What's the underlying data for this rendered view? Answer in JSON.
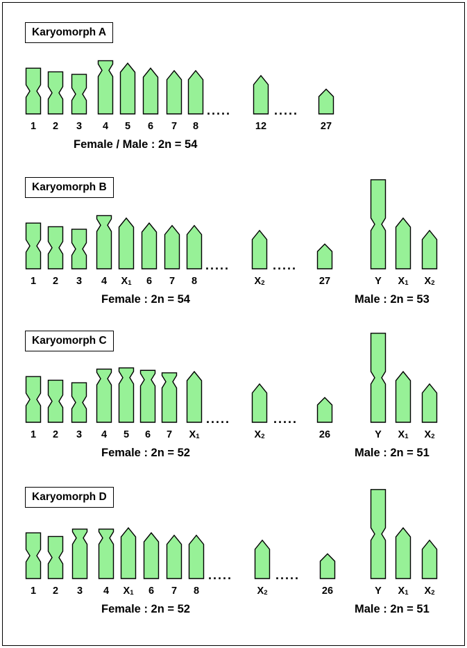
{
  "panels": [
    {
      "title": "Karyomorph A",
      "chromosomes": [
        {
          "label": "1",
          "sub": "",
          "shape": "meta",
          "len": 3.7
        },
        {
          "label": "2",
          "sub": "",
          "shape": "meta",
          "len": 3.4
        },
        {
          "label": "3",
          "sub": "",
          "shape": "meta",
          "len": 3.2
        },
        {
          "label": "4",
          "sub": "",
          "shape": "sub",
          "len": 4.3
        },
        {
          "label": "5",
          "sub": "",
          "shape": "acro",
          "len": 4.1
        },
        {
          "label": "6",
          "sub": "",
          "shape": "acro",
          "len": 3.7
        },
        {
          "label": "7",
          "sub": "",
          "shape": "acro",
          "len": 3.5
        },
        {
          "label": "8",
          "sub": "",
          "shape": "acro",
          "len": 3.5
        },
        {
          "label": "12",
          "sub": "",
          "shape": "acro",
          "len": 3.1
        },
        {
          "label": "27",
          "sub": "",
          "shape": "acro",
          "len": 2.0
        }
      ],
      "female_caption": "Female / Male : 2n = 54",
      "male_chromosomes": [],
      "male_caption": ""
    },
    {
      "title": "Karyomorph B",
      "chromosomes": [
        {
          "label": "1",
          "sub": "",
          "shape": "meta",
          "len": 3.7
        },
        {
          "label": "2",
          "sub": "",
          "shape": "meta",
          "len": 3.4
        },
        {
          "label": "3",
          "sub": "",
          "shape": "meta",
          "len": 3.2
        },
        {
          "label": "4",
          "sub": "",
          "shape": "sub",
          "len": 4.3
        },
        {
          "label": "X",
          "sub": "1",
          "shape": "acro",
          "len": 4.1
        },
        {
          "label": "6",
          "sub": "",
          "shape": "acro",
          "len": 3.7
        },
        {
          "label": "7",
          "sub": "",
          "shape": "acro",
          "len": 3.5
        },
        {
          "label": "8",
          "sub": "",
          "shape": "acro",
          "len": 3.5
        },
        {
          "label": "X",
          "sub": "2",
          "shape": "acro",
          "len": 3.1
        },
        {
          "label": "27",
          "sub": "",
          "shape": "acro",
          "len": 2.0
        }
      ],
      "female_caption": "Female : 2n = 54",
      "male_chromosomes": [
        {
          "label": "Y",
          "sub": "",
          "shape": "meta",
          "len": 7.2
        },
        {
          "label": "X",
          "sub": "1",
          "shape": "acro",
          "len": 4.1
        },
        {
          "label": "X",
          "sub": "2",
          "shape": "acro",
          "len": 3.1
        }
      ],
      "male_caption": "Male : 2n = 53"
    },
    {
      "title": "Karyomorph C",
      "chromosomes": [
        {
          "label": "1",
          "sub": "",
          "shape": "meta",
          "len": 3.7
        },
        {
          "label": "2",
          "sub": "",
          "shape": "meta",
          "len": 3.4
        },
        {
          "label": "3",
          "sub": "",
          "shape": "meta",
          "len": 3.2
        },
        {
          "label": "4",
          "sub": "",
          "shape": "sub",
          "len": 4.3
        },
        {
          "label": "5",
          "sub": "",
          "shape": "sub",
          "len": 4.4
        },
        {
          "label": "6",
          "sub": "",
          "shape": "sub",
          "len": 4.2
        },
        {
          "label": "7",
          "sub": "",
          "shape": "sub",
          "len": 4.0
        },
        {
          "label": "X",
          "sub": "1",
          "shape": "acro",
          "len": 4.1
        },
        {
          "label": "X",
          "sub": "2",
          "shape": "acro",
          "len": 3.1
        },
        {
          "label": "26",
          "sub": "",
          "shape": "acro",
          "len": 2.0
        }
      ],
      "female_caption": "Female : 2n = 52",
      "male_chromosomes": [
        {
          "label": "Y",
          "sub": "",
          "shape": "meta",
          "len": 7.2
        },
        {
          "label": "X",
          "sub": "1",
          "shape": "acro",
          "len": 4.1
        },
        {
          "label": "X",
          "sub": "2",
          "shape": "acro",
          "len": 3.1
        }
      ],
      "male_caption": "Male : 2n = 51"
    },
    {
      "title": "Karyomorph D",
      "chromosomes": [
        {
          "label": "1",
          "sub": "",
          "shape": "meta",
          "len": 3.7
        },
        {
          "label": "2",
          "sub": "",
          "shape": "meta",
          "len": 3.4
        },
        {
          "label": "3",
          "sub": "",
          "shape": "sub",
          "len": 4.0
        },
        {
          "label": "4",
          "sub": "",
          "shape": "sub",
          "len": 4.0
        },
        {
          "label": "X",
          "sub": "1",
          "shape": "acro",
          "len": 4.1
        },
        {
          "label": "6",
          "sub": "",
          "shape": "acro",
          "len": 3.7
        },
        {
          "label": "7",
          "sub": "",
          "shape": "acro",
          "len": 3.5
        },
        {
          "label": "8",
          "sub": "",
          "shape": "acro",
          "len": 3.5
        },
        {
          "label": "X",
          "sub": "2",
          "shape": "acro",
          "len": 3.1
        },
        {
          "label": "26",
          "sub": "",
          "shape": "acro",
          "len": 2.0
        }
      ],
      "female_caption": "Female : 2n = 52",
      "male_chromosomes": [
        {
          "label": "Y",
          "sub": "",
          "shape": "meta",
          "len": 7.2
        },
        {
          "label": "X",
          "sub": "1",
          "shape": "acro",
          "len": 4.1
        },
        {
          "label": "X",
          "sub": "2",
          "shape": "acro",
          "len": 3.1
        }
      ],
      "male_caption": "Male : 2n = 51"
    }
  ],
  "ellipsis": ".....",
  "colors": {
    "chromosome_fill": "#97f197",
    "outline": "#000000",
    "background": "#ffffff"
  }
}
